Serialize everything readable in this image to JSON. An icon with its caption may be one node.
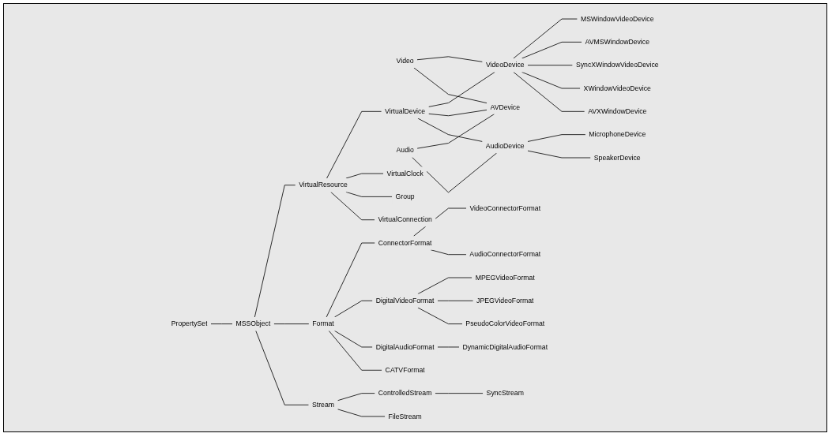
{
  "diagram": {
    "nodes": [
      {
        "text": [
          "PropertySet"
        ]
      },
      {
        "text": [
          "MSSObject"
        ]
      },
      {
        "text": [
          "VirtualResource"
        ]
      },
      {
        "text": [
          "VirtualDevice"
        ]
      },
      {
        "text": [
          "VirtualClock"
        ]
      },
      {
        "text": [
          "Group"
        ]
      },
      {
        "text": [
          "VirtualConnection"
        ]
      },
      {
        "text": [
          "Video"
        ]
      },
      {
        "text": [
          "VideoDevice"
        ]
      },
      {
        "text": [
          "AVDevice"
        ]
      },
      {
        "text": [
          "Audio"
        ]
      },
      {
        "text": [
          "AudioDevice"
        ]
      },
      {
        "text": [
          "MSWindowVideoDevice"
        ]
      },
      {
        "text": [
          "AVMSWindowDevice"
        ]
      },
      {
        "text": [
          "SyncXWindowVideoDevice"
        ]
      },
      {
        "text": [
          "XWindowVideoDevice"
        ]
      },
      {
        "text": [
          "AVXWindowDevice"
        ]
      },
      {
        "text": [
          "MicrophoneDevice"
        ]
      },
      {
        "text": [
          "SpeakerDevice"
        ]
      },
      {
        "text": [
          "Format"
        ]
      },
      {
        "text": [
          "ConnectorFormat"
        ]
      },
      {
        "text": [
          "DigitalVideoFormat"
        ]
      },
      {
        "text": [
          "DigitalAudioFormat"
        ]
      },
      {
        "text": [
          "CATVFormat"
        ]
      },
      {
        "text": [
          "VideoConnectorFormat"
        ]
      },
      {
        "text": [
          "AudioConnectorFormat"
        ]
      },
      {
        "text": [
          "MPEGVideoFormat"
        ]
      },
      {
        "text": [
          "JPEGVideoFormat"
        ]
      },
      {
        "text": [
          "PseudoColorVideoFormat"
        ]
      },
      {
        "text": [
          "DynamicDigitalAudioFormat"
        ]
      },
      {
        "text": [
          "Stream"
        ]
      },
      {
        "text": [
          "ControlledStream"
        ]
      },
      {
        "text": [
          "FileStream"
        ]
      },
      {
        "text": [
          "SyncStream"
        ]
      }
    ],
    "edges": [
      {
        "from": 0,
        "to": 1,
        "arrow": "none"
      },
      {
        "from": 1,
        "to": 2,
        "arrow": "none"
      },
      {
        "from": 1,
        "to": 19,
        "arrow": "none"
      },
      {
        "from": 1,
        "to": 30,
        "arrow": "none"
      },
      {
        "from": 2,
        "to": 3,
        "arrow": "none"
      },
      {
        "from": 2,
        "to": 4,
        "arrow": "none"
      },
      {
        "from": 2,
        "to": 5,
        "arrow": "none"
      },
      {
        "from": 2,
        "to": 6,
        "arrow": "none"
      },
      {
        "from": 3,
        "to": 8,
        "arrow": "none"
      },
      {
        "from": 3,
        "to": 9,
        "arrow": "none"
      },
      {
        "from": 3,
        "to": 11,
        "arrow": "none"
      },
      {
        "from": 7,
        "to": 8,
        "arrow": "none"
      },
      {
        "from": 7,
        "to": 9,
        "arrow": "none"
      },
      {
        "from": 10,
        "to": 9,
        "arrow": "none"
      },
      {
        "from": 10,
        "to": 11,
        "arrow": "none"
      },
      {
        "from": 8,
        "to": 12,
        "arrow": "none"
      },
      {
        "from": 8,
        "to": 13,
        "arrow": "none"
      },
      {
        "from": 8,
        "to": 14,
        "arrow": "none"
      },
      {
        "from": 8,
        "to": 15,
        "arrow": "none"
      },
      {
        "from": 8,
        "to": 16,
        "arrow": "none"
      },
      {
        "from": 11,
        "to": 17,
        "arrow": "none"
      },
      {
        "from": 11,
        "to": 18,
        "arrow": "none"
      },
      {
        "from": 19,
        "to": 20,
        "arrow": "none"
      },
      {
        "from": 19,
        "to": 21,
        "arrow": "none"
      },
      {
        "from": 19,
        "to": 22,
        "arrow": "none"
      },
      {
        "from": 19,
        "to": 23,
        "arrow": "none"
      },
      {
        "from": 20,
        "to": 24,
        "arrow": "none"
      },
      {
        "from": 20,
        "to": 25,
        "arrow": "none"
      },
      {
        "from": 21,
        "to": 26,
        "arrow": "none"
      },
      {
        "from": 21,
        "to": 27,
        "arrow": "none"
      },
      {
        "from": 21,
        "to": 28,
        "arrow": "none"
      },
      {
        "from": 22,
        "to": 29,
        "arrow": "none"
      },
      {
        "from": 30,
        "to": 31,
        "arrow": "none"
      },
      {
        "from": 30,
        "to": 32,
        "arrow": "none"
      },
      {
        "from": 31,
        "to": 33,
        "arrow": "none"
      }
    ]
  }
}
